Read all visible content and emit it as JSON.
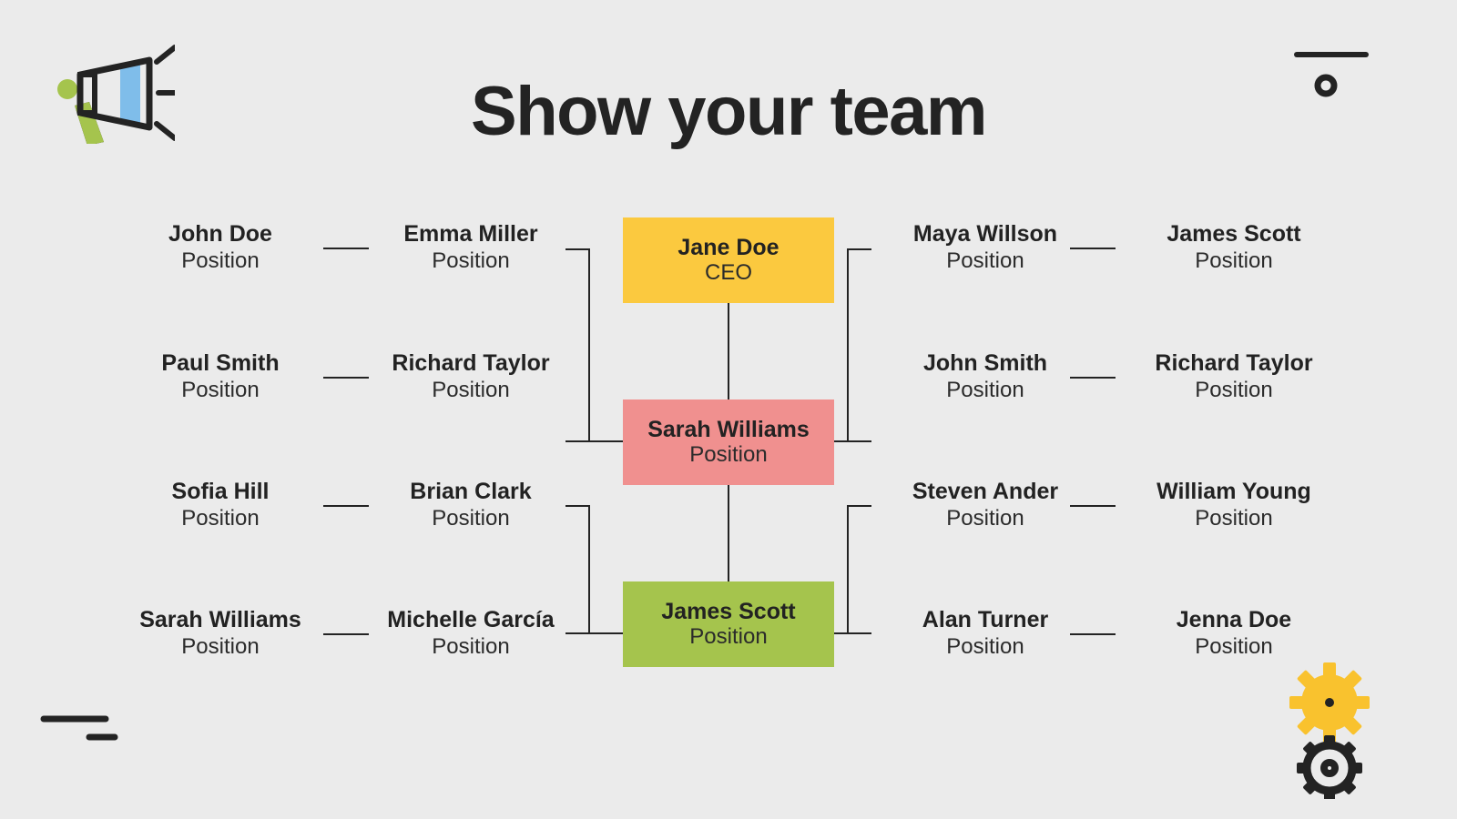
{
  "slide": {
    "title": "Show your team",
    "background_color": "#ebebeb",
    "text_color": "#222222",
    "line_color": "#232323"
  },
  "center_nodes": [
    {
      "name": "Jane Doe",
      "role": "CEO",
      "color": "#FBC93F"
    },
    {
      "name": "Sarah Williams",
      "role": "Position",
      "color": "#F0908F"
    },
    {
      "name": "James Scott",
      "role": "Position",
      "color": "#A6C council"
    }
  ],
  "center_colors": {
    "ceo": "#FBC93F",
    "mid": "#F0908F",
    "low": "#A6C council"
  },
  "left_rows": [
    {
      "outer": {
        "name": "John Doe",
        "role": "Position"
      },
      "inner": {
        "name": "Emma Miller",
        "role": "Position"
      }
    },
    {
      "outer": {
        "name": "Paul Smith",
        "role": "Position"
      },
      "inner": {
        "name": "Richard Taylor",
        "role": "Position"
      }
    },
    {
      "outer": {
        "name": "Sofia Hill",
        "role": "Position"
      },
      "inner": {
        "name": "Brian Clark",
        "role": "Position"
      }
    },
    {
      "outer": {
        "name": "Sarah Williams",
        "role": "Position"
      },
      "inner": {
        "name": "Michelle García",
        "role": "Position"
      }
    }
  ],
  "right_rows": [
    {
      "inner": {
        "name": "Maya Willson",
        "role": "Position"
      },
      "outer": {
        "name": "James Scott",
        "role": "Position"
      }
    },
    {
      "inner": {
        "name": "John Smith",
        "role": "Position"
      },
      "outer": {
        "name": "Richard Taylor",
        "role": "Position"
      }
    },
    {
      "inner": {
        "name": "Steven Ander",
        "role": "Position"
      },
      "outer": {
        "name": "William Young",
        "role": "Position"
      }
    },
    {
      "inner": {
        "name": "Alan Turner",
        "role": "Position"
      },
      "outer": {
        "name": "Jenna Doe",
        "role": "Position"
      }
    }
  ],
  "decorations": {
    "megaphone": {
      "icon": "megaphone-icon",
      "body_color": "#232323",
      "accent_color": "#7FBDEA",
      "handle_color": "#A6C council"
    },
    "gear_top": {
      "icon": "gear-icon",
      "color": "#F9C22E"
    },
    "gear_bottom": {
      "icon": "gear-outline-icon",
      "color": "#232323"
    },
    "top_right": {
      "icon": "bar-and-ring-icon",
      "color": "#232323"
    },
    "bottom_left": {
      "icon": "двух-bars-icon",
      "color": "#232323"
    }
  }
}
